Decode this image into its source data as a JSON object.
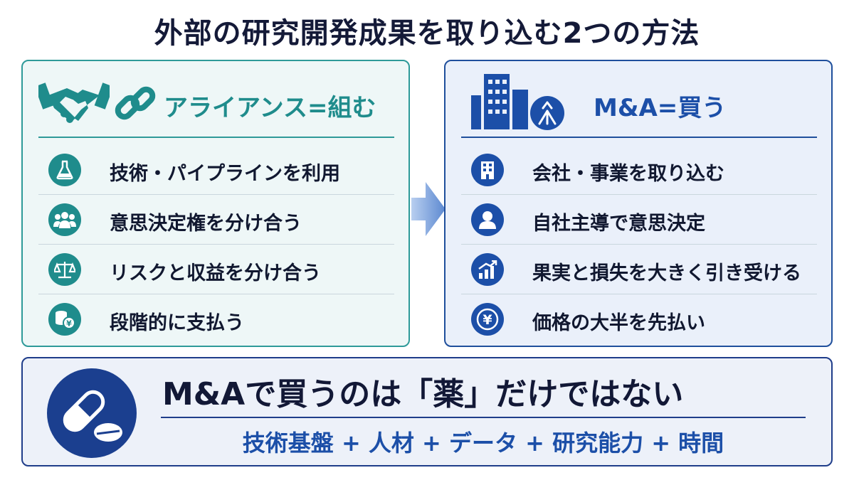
{
  "title": "外部の研究開発成果を取り込む2つの方法",
  "left_panel": {
    "heading": "アライアンス=組む",
    "icons": [
      "handshake-icon",
      "chain-link-icon"
    ],
    "items": [
      {
        "label": "技術・パイプラインを利用",
        "icon": "flask-icon"
      },
      {
        "label": "意思決定権を分け合う",
        "icon": "people-group-icon"
      },
      {
        "label": "リスクと収益を分け合う",
        "icon": "scales-icon"
      },
      {
        "label": "段階的に支払う",
        "icon": "coins-yen-icon"
      }
    ]
  },
  "right_panel": {
    "heading": "M&A=買う",
    "icons": [
      "buildings-icon",
      "merge-arrow-icon"
    ],
    "items": [
      {
        "label": "会社・事業を取り込む",
        "icon": "building-icon"
      },
      {
        "label": "自社主導で意思決定",
        "icon": "person-icon"
      },
      {
        "label": "果実と損失を大きく引き受ける",
        "icon": "growth-chart-icon"
      },
      {
        "label": "価格の大半を先払い",
        "icon": "yen-coin-icon"
      }
    ]
  },
  "bottom": {
    "headline": "M&Aで買うのは「薬」だけではない",
    "subline": "技術基盤 + 人材 + データ + 研究能力 + 時間",
    "icon": "pills-icon"
  },
  "colors": {
    "teal": "#1f8c8c",
    "navy": "#1c4fa8",
    "dark_navy": "#1b3f8f"
  }
}
